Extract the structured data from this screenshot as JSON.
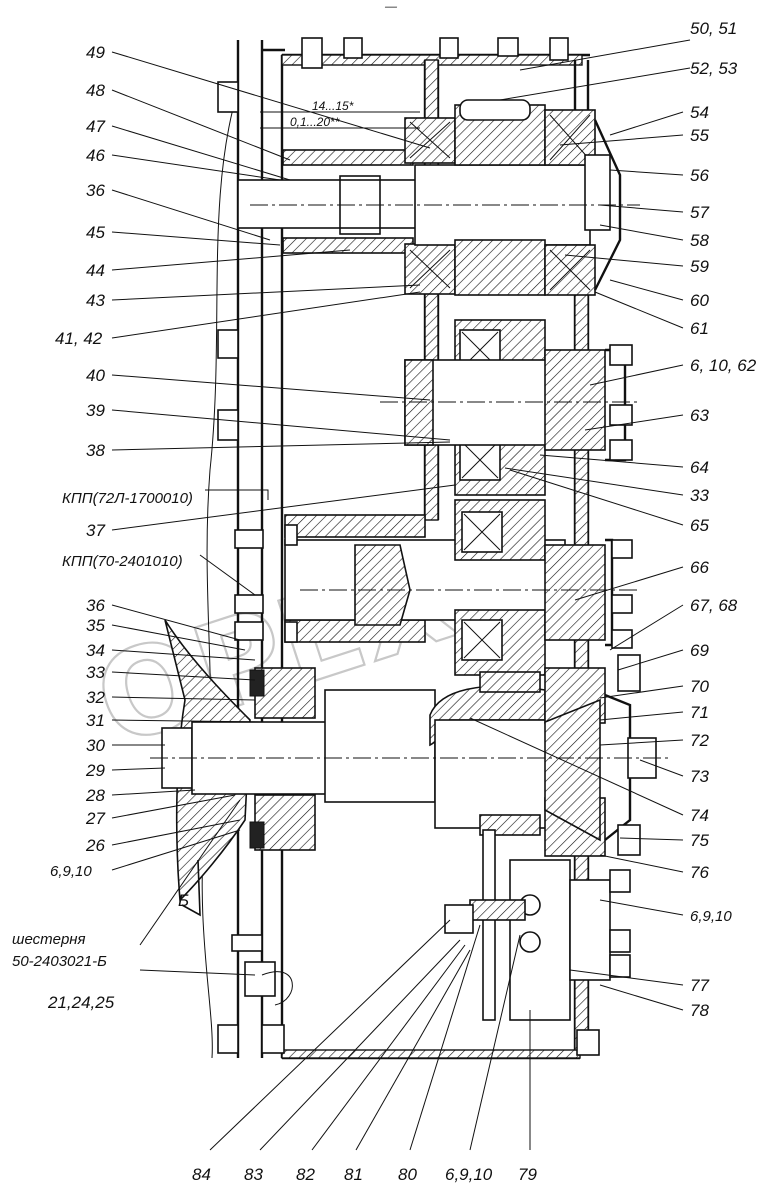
{
  "callouts": {
    "c50_51": "50, 51",
    "c52_53": "52, 53",
    "c54": "54",
    "c55": "55",
    "c56": "56",
    "c57": "57",
    "c58": "58",
    "c59": "59",
    "c60": "60",
    "c61": "61",
    "c6_10_62": "6, 10, 62",
    "c63": "63",
    "c64": "64",
    "c33r": "33",
    "c65": "65",
    "c66": "66",
    "c67_68": "67, 68",
    "c69": "69",
    "c70": "70",
    "c71": "71",
    "c72": "72",
    "c73": "73",
    "c74": "74",
    "c75": "75",
    "c76": "76",
    "c6_9_10r": "6,9,10",
    "c77": "77",
    "c78": "78",
    "c49": "49",
    "c48": "48",
    "c47": "47",
    "c46": "46",
    "c36a": "36",
    "c45": "45",
    "c44": "44",
    "c43": "43",
    "c41_42": "41, 42",
    "c40": "40",
    "c39": "39",
    "c38": "38",
    "c37": "37",
    "c36b": "36",
    "c35": "35",
    "c34": "34",
    "c33l": "33",
    "c32": "32",
    "c31": "31",
    "c30": "30",
    "c29": "29",
    "c28": "28",
    "c27": "27",
    "c26": "26",
    "c6_9_10l": "6,9,10",
    "c21_24_25": "21,24,25",
    "c84": "84",
    "c83": "83",
    "c82": "82",
    "c81": "81",
    "c80": "80",
    "c6_9_10b": "6,9,10",
    "c79": "79"
  },
  "notes": {
    "kpp1": "КПП(72Л-1700010)",
    "kpp2": "КПП(70-2401010)",
    "gear_line1": "шестерня",
    "gear_line2": "50-2403021-Б",
    "section_b": "Б",
    "dim1": "14...15*",
    "dim2": "0,1...20**",
    "top_mark": "—"
  },
  "watermark": "OPEX"
}
